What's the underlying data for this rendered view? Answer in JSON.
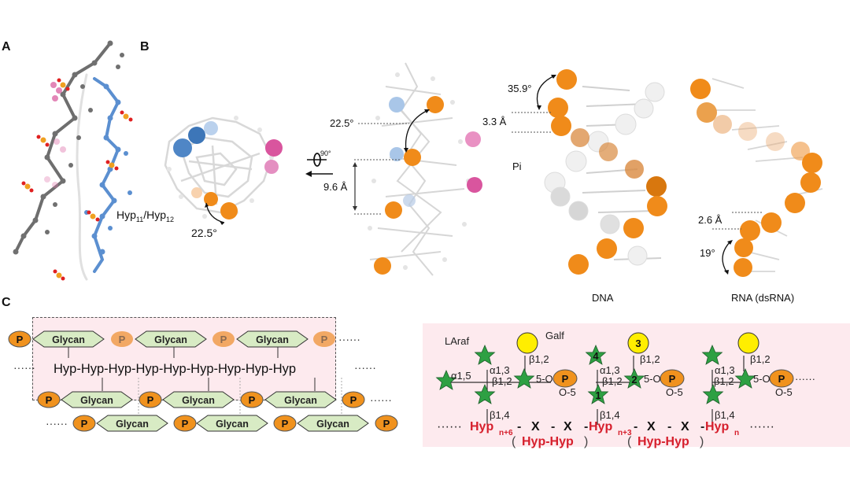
{
  "panels": {
    "A": {
      "letter": "A"
    },
    "B": {
      "letter": "B",
      "hyp_label": "Hyp",
      "hyp_sub1": "11",
      "hyp_sep": "/Hyp",
      "hyp_sub2": "12",
      "angle_top_view": "22.5°",
      "rotation": "90°",
      "angle_side_view": "22.5°",
      "rise_side_view": "9.6 Å",
      "dna": {
        "angle": "35.9°",
        "rise": "3.3 Å",
        "pi_label": "Pi",
        "caption": "DNA"
      },
      "rna": {
        "angle": "19°",
        "rise": "2.6 Å",
        "caption": "RNA  (dsRNA)"
      }
    },
    "C": {
      "letter": "C",
      "left": {
        "phosphate_label": "P",
        "glycan_label": "Glycan",
        "backbone": "Hyp-Hyp-Hyp-Hyp-Hyp-Hyp-Hyp-Hyp-Hyp",
        "ellipsis": "······"
      },
      "right": {
        "laraf_label": "LAraf",
        "galf_label": "Galf",
        "linkages": {
          "a15": "α1,5",
          "a13": "α1,3",
          "b12": "β1,2",
          "b14": "β1,4",
          "o5": "5-O",
          "o5b": "O-5"
        },
        "numbers": [
          "1",
          "2",
          "3",
          "4"
        ],
        "phosphate_label": "P",
        "sequence": {
          "lead": "······",
          "hyp_n6": "Hyp",
          "sub_n6": "n+6",
          "hyp_n3": "Hyp",
          "sub_n3": "n+3",
          "hyp_n": "Hyp",
          "sub_n": "n",
          "x": "X",
          "dash": "-",
          "paren_pair": "Hyp-Hyp",
          "trail": "······"
        }
      }
    }
  },
  "colors": {
    "orange_sphere": "#f0901a",
    "blue_sphere": "#5b8fd0",
    "pink_sphere": "#d9559e",
    "light_pink_bg": "#fdeaee",
    "glycan_fill": "#d8ebc4",
    "phosphate_fill": "#f0921e",
    "star_green": "#2ea043",
    "galf_yellow": "#ffee00",
    "hyp_red": "#d61f2c"
  }
}
